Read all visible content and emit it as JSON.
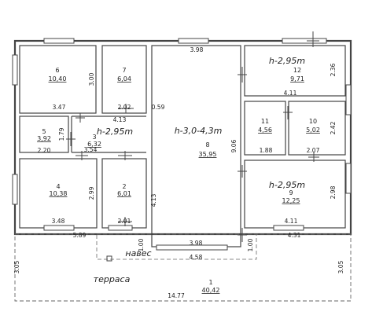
{
  "rooms": [
    {
      "number": "6",
      "area": "10,40"
    },
    {
      "number": "7",
      "area": "6,04"
    },
    {
      "number": "8",
      "area": "35,95"
    },
    {
      "number": "12",
      "area": "9,71"
    },
    {
      "number": "5",
      "area": "3,92"
    },
    {
      "number": "3",
      "area": "6,32"
    },
    {
      "number": "11",
      "area": "4,56"
    },
    {
      "number": "10",
      "area": "5,02"
    },
    {
      "number": "4",
      "area": "10,38"
    },
    {
      "number": "2",
      "area": "6,01"
    },
    {
      "number": "9",
      "area": "12,25"
    },
    {
      "number": "1",
      "area": "40,42"
    }
  ],
  "heights": {
    "main_hall": "h-3,0-4,3m",
    "room_12": "h-2,95m",
    "room_3": "h-2,95m",
    "room_9": "h-2,95m"
  },
  "labels": {
    "canopy": "навес",
    "terrace": "терраса"
  },
  "dims": {
    "d_398_top": "3.98",
    "d_300": "3.00",
    "d_347": "3.47",
    "d_202_top": "2.02",
    "d_059": "0.59",
    "d_236": "2.36",
    "d_411_mid": "4.11",
    "d_179": "1.79",
    "d_413_a": "4.13",
    "d_220": "2.20",
    "d_354": "3.54",
    "d_188": "1.88",
    "d_207": "2.07",
    "d_242": "2.42",
    "d_906": "9.06",
    "d_299": "2.99",
    "d_413_b": "4.13",
    "d_298": "2.98",
    "d_348": "3.48",
    "d_201": "2.01",
    "d_411_bot": "4.11",
    "d_589": "5.89",
    "d_100_a": "1.00",
    "d_398_bot": "3.98",
    "d_458": "4.58",
    "d_100_b": "1.00",
    "d_431": "4.31",
    "d_305_l": "3.05",
    "d_305_r": "3.05",
    "d_1477": "14.77"
  }
}
